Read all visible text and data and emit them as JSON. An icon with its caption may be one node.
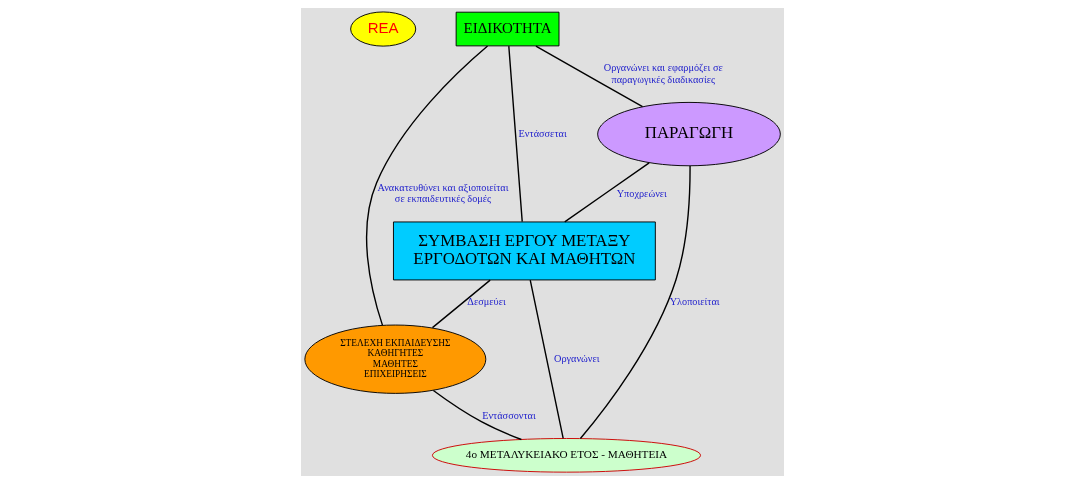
{
  "diagram": {
    "nodes": [
      {
        "text": [
          "REA"
        ]
      },
      {
        "text": [
          "ΕΙΔΙΚΟΤΗΤΑ"
        ]
      },
      {
        "text": [
          "ΣΥΜΒΑΣΗ ΕΡΓΟΥ ΜΕΤΑΞΥ ΕΡΓΟΔΟΤΩΝ ΚΑΙ ΜΑΘΗΤΩΝ"
        ]
      },
      {
        "text": [
          "ΣΤΕΛΕΧΗ ΕΚΠΑΙΔΕΥΣΗΣ",
          "ΚΑΘΗΓΗΤΕΣ",
          "ΜΑΘΗΤΕΣ",
          "ΕΠΙΧΕΙΡΗΣΕΙΣ"
        ]
      },
      {
        "text": [
          "ΠΑΡΑΓΩΓΗ"
        ]
      },
      {
        "text": [
          "4ο ΜΕΤΑΛΥΚΕΙΑΚΟ ΕΤΟΣ - ΜΑΘΗΤΕΙΑ"
        ]
      }
    ],
    "edges": [
      {
        "from": 1,
        "to": 4,
        "arrow": "none",
        "label": "Οργανώνει και εφαρμόζει σε παραγωγικές διαδικασίες"
      },
      {
        "from": 1,
        "to": 2,
        "arrow": "none",
        "label": "Εντάσσεται"
      },
      {
        "from": 1,
        "to": 3,
        "arrow": "none",
        "label": "Ανακατευθύνει και αξιοποιείται σε εκπαιδευτικές δομές"
      },
      {
        "from": 2,
        "to": 3,
        "arrow": "none",
        "label": "Δεσμεύει"
      },
      {
        "from": 4,
        "to": 2,
        "arrow": "none",
        "label": "Υποχρεώνει"
      },
      {
        "from": 2,
        "to": 5,
        "arrow": "none",
        "label": "Οργανώνει"
      },
      {
        "from": 3,
        "to": 5,
        "arrow": "none",
        "label": "Εντάσσονται"
      },
      {
        "from": 4,
        "to": 5,
        "arrow": "none",
        "label": "Υλοποιείται"
      }
    ]
  }
}
